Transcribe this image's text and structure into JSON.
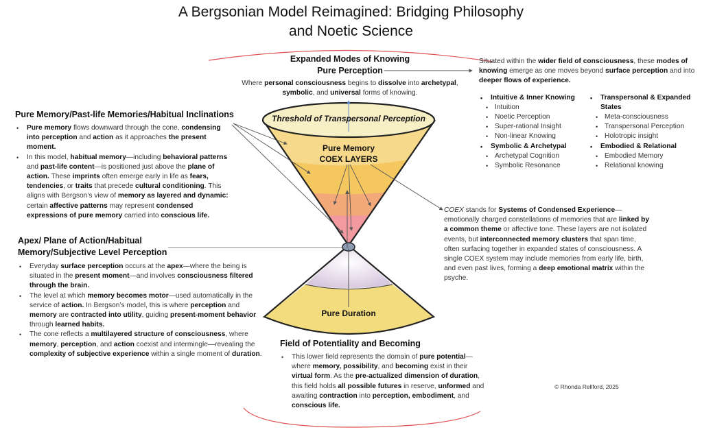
{
  "title": {
    "line1": "A Bergsonian Model Reimagined: Bridging Philosophy",
    "line2": "and Noetic Science"
  },
  "top": {
    "heading1": "Expanded Modes of Knowing",
    "heading2": "Pure Perception",
    "desc": [
      {
        "t": "Where "
      },
      {
        "t": "personal consciousness",
        "b": true
      },
      {
        "t": " begins to "
      },
      {
        "t": "dissolve",
        "b": true
      },
      {
        "t": " into "
      },
      {
        "t": "archetypal",
        "b": true
      },
      {
        "t": ", "
      },
      {
        "t": "symbolic",
        "b": true
      },
      {
        "t": ", and "
      },
      {
        "t": "universal",
        "b": true
      },
      {
        "t": " forms of knowing."
      }
    ]
  },
  "right_top": {
    "intro": [
      {
        "t": "Situated within the "
      },
      {
        "t": "wider field of consciousness",
        "b": true
      },
      {
        "t": ", these "
      },
      {
        "t": "modes of knowing",
        "b": true
      },
      {
        "t": " emerge as one moves beyond "
      },
      {
        "t": "surface perception",
        "b": true
      },
      {
        "t": " and into "
      },
      {
        "t": "deeper flows of experience.",
        "b": true
      }
    ],
    "columns": [
      [
        {
          "label": "Intuitive & Inner Knowing",
          "items": [
            "Intuition",
            "Noetic Perception",
            "Super-rational Insight",
            "Non-linear Knowing"
          ]
        },
        {
          "label": "Symbolic & Archetypal",
          "items": [
            "Archetypal Cognition",
            "Symbolic Resonance"
          ]
        }
      ],
      [
        {
          "label": "Transpersonal & Expanded States",
          "items": [
            "Meta-consciousness",
            "Transpersonal Perception",
            "Holotropic insight"
          ]
        },
        {
          "label": "Embodied & Relational",
          "items": [
            "Embodied Memory",
            "Relational knowing"
          ]
        }
      ]
    ]
  },
  "left_top": {
    "heading": "Pure Memory/Past-life Memories/Habitual Inclinations",
    "bullets": [
      [
        {
          "t": "Pure memory",
          "b": true
        },
        {
          "t": " flows downward through the cone, "
        },
        {
          "t": "condensing into perception",
          "b": true
        },
        {
          "t": " and "
        },
        {
          "t": "action",
          "b": true
        },
        {
          "t": " as it approaches "
        },
        {
          "t": "the present moment.",
          "b": true
        }
      ],
      [
        {
          "t": "In this model, "
        },
        {
          "t": "habitual memory",
          "b": true
        },
        {
          "t": "—including "
        },
        {
          "t": "behavioral patterns",
          "b": true
        },
        {
          "t": " and "
        },
        {
          "t": "past-life content",
          "b": true
        },
        {
          "t": "—is positioned just above the "
        },
        {
          "t": "plane of action.",
          "b": true
        },
        {
          "t": " These "
        },
        {
          "t": "imprints",
          "b": true
        },
        {
          "t": " often emerge early in life as "
        },
        {
          "t": "fears, tendencies",
          "b": true
        },
        {
          "t": ", or "
        },
        {
          "t": "traits",
          "b": true
        },
        {
          "t": " that precede "
        },
        {
          "t": "cultural conditioning",
          "b": true
        },
        {
          "t": ". This aligns with Bergson’s view of "
        },
        {
          "t": "memory as layered and dynamic:",
          "b": true
        },
        {
          "t": " certain "
        },
        {
          "t": "affective patterns",
          "b": true
        },
        {
          "t": " may represent "
        },
        {
          "t": "condensed expressions of pure memory",
          "b": true
        },
        {
          "t": " carried into "
        },
        {
          "t": "conscious life.",
          "b": true
        }
      ]
    ]
  },
  "left_bottom": {
    "heading1": "Apex/ Plane of Action/Habitual",
    "heading2": "Memory/Subjective Level Perception",
    "bullets": [
      [
        {
          "t": "Everyday "
        },
        {
          "t": "surface perception",
          "b": true
        },
        {
          "t": " occurs at the "
        },
        {
          "t": "apex",
          "b": true
        },
        {
          "t": "—where the being is situated in the "
        },
        {
          "t": "present moment",
          "b": true
        },
        {
          "t": "—and involves "
        },
        {
          "t": "consciousness filtered through the brain.",
          "b": true
        }
      ],
      [
        {
          "t": "The level at which "
        },
        {
          "t": "memory becomes motor",
          "b": true
        },
        {
          "t": "—used automatically in the service of "
        },
        {
          "t": "action.",
          "b": true
        },
        {
          "t": " In Bergson’s model, this is where "
        },
        {
          "t": "perception",
          "b": true
        },
        {
          "t": " and "
        },
        {
          "t": "memory",
          "b": true
        },
        {
          "t": " are "
        },
        {
          "t": "contracted into utility",
          "b": true
        },
        {
          "t": ", guiding "
        },
        {
          "t": "present-moment behavior",
          "b": true
        },
        {
          "t": " through "
        },
        {
          "t": "learned habits.",
          "b": true
        }
      ],
      [
        {
          "t": "The cone reflects a "
        },
        {
          "t": "multilayered structure of consciousness",
          "b": true
        },
        {
          "t": ", where "
        },
        {
          "t": "memory",
          "b": true
        },
        {
          "t": ", "
        },
        {
          "t": "perception",
          "b": true
        },
        {
          "t": ", and "
        },
        {
          "t": "action",
          "b": true
        },
        {
          "t": " coexist and intermingle—revealing the "
        },
        {
          "t": "complexity of subjective experience",
          "b": true
        },
        {
          "t": " within a single moment of "
        },
        {
          "t": "duration",
          "b": true
        },
        {
          "t": "."
        }
      ]
    ]
  },
  "coex": {
    "text": [
      {
        "t": "COEX",
        "i": true
      },
      {
        "t": " stands for "
      },
      {
        "t": "Systems of Condensed Experience",
        "b": true
      },
      {
        "t": "—emotionally charged constellations of memories that are "
      },
      {
        "t": "linked by a common theme",
        "b": true
      },
      {
        "t": " or affective tone. These layers are not isolated events, but "
      },
      {
        "t": "interconnected memory clusters",
        "b": true
      },
      {
        "t": " that span time, often surfacing together in expanded states of consciousness. A single COEX system may include memories from early life, birth, and even past lives, forming a "
      },
      {
        "t": "deep emotional matrix",
        "b": true
      },
      {
        "t": " within the psyche."
      }
    ]
  },
  "bottom": {
    "heading": "Field of Potentiality and Becoming",
    "bullets": [
      [
        {
          "t": "This lower field represents the domain of "
        },
        {
          "t": "pure potential",
          "b": true
        },
        {
          "t": "—where "
        },
        {
          "t": "memory, possibility",
          "b": true
        },
        {
          "t": ", and "
        },
        {
          "t": "becoming",
          "b": true
        },
        {
          "t": " exist in their "
        },
        {
          "t": "virtual form",
          "b": true
        },
        {
          "t": ". As the "
        },
        {
          "t": "pre-actualized dimension of duration",
          "b": true
        },
        {
          "t": ", this field holds "
        },
        {
          "t": "all possible futures",
          "b": true
        },
        {
          "t": " in reserve, "
        },
        {
          "t": "unformed",
          "b": true
        },
        {
          "t": " and awaiting "
        },
        {
          "t": "contraction",
          "b": true
        },
        {
          "t": " into "
        },
        {
          "t": "perception, embodiment",
          "b": true
        },
        {
          "t": ", and "
        },
        {
          "t": "conscious life.",
          "b": true
        }
      ]
    ]
  },
  "cone": {
    "threshold_label": "Threshold of Transpersonal Perception",
    "memory_label1": "Pure Memory",
    "memory_label2": "COEX LAYERS",
    "duration_label": "Pure Duration"
  },
  "colors": {
    "threshold_fill": "#f7efc6",
    "layer1": "#f6d98a",
    "layer2": "#f4c75f",
    "layer3": "#f2a878",
    "layer4": "#f39aa0",
    "apex": "#8c9db3",
    "lower_top": "#ece4ef",
    "lower_fill": "#f3dc7e",
    "arc": "#e05050",
    "arrow": "#555555",
    "up_arrow": "#6a8fc7"
  },
  "copyright": "© Rhonda Rellford, 2025"
}
